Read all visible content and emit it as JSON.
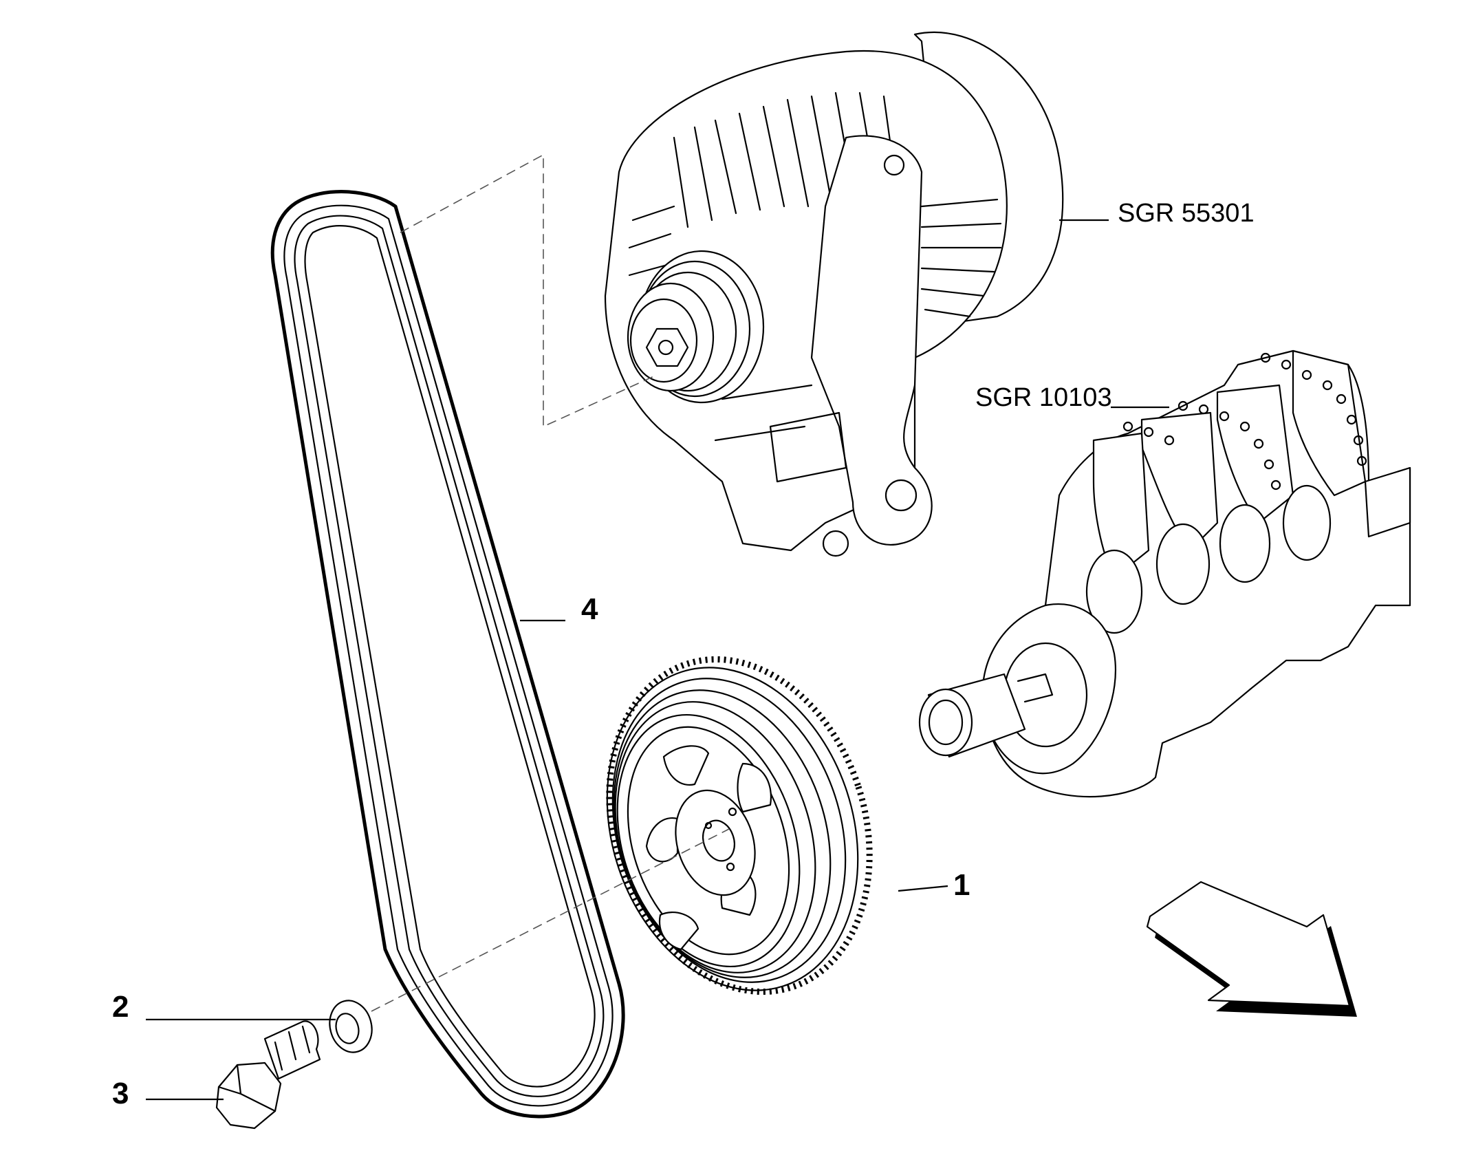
{
  "callouts": [
    {
      "id": "1",
      "label": "1"
    },
    {
      "id": "2",
      "label": "2"
    },
    {
      "id": "3",
      "label": "3"
    },
    {
      "id": "4",
      "label": "4"
    }
  ],
  "references": [
    {
      "id": "alternator",
      "label": "SGR 55301"
    },
    {
      "id": "crankshaft",
      "label": "SGR 10103"
    }
  ]
}
